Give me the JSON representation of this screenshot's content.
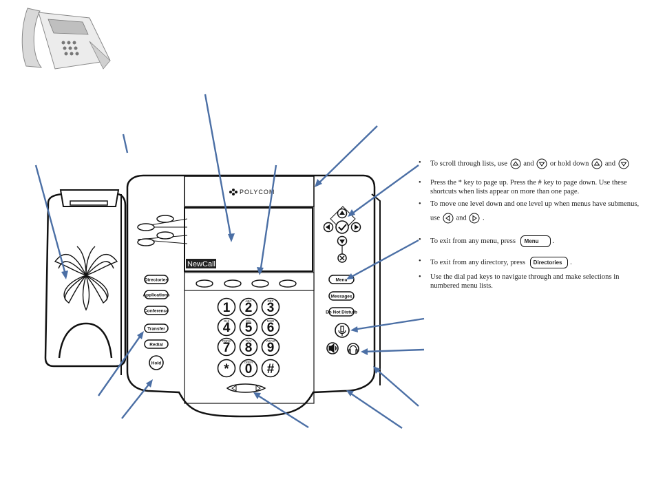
{
  "phone": {
    "brand": "POLYCOM",
    "screen_softkey_label": "NewCall",
    "left_buttons": [
      "Directories",
      "Applications",
      "Conference",
      "Transfer",
      "Redial",
      "Hold"
    ],
    "right_buttons": [
      "Menu",
      "Messages",
      "Do Not Disturb"
    ],
    "keypad": [
      {
        "num": "1",
        "sub": ""
      },
      {
        "num": "2",
        "sub": "ABC"
      },
      {
        "num": "3",
        "sub": "DEF"
      },
      {
        "num": "4",
        "sub": "GHI"
      },
      {
        "num": "5",
        "sub": "JKL"
      },
      {
        "num": "6",
        "sub": "MNO"
      },
      {
        "num": "7",
        "sub": "PQRS"
      },
      {
        "num": "8",
        "sub": "TUV"
      },
      {
        "num": "9",
        "sub": "WXYZ"
      },
      {
        "num": "*",
        "sub": ""
      },
      {
        "num": "0",
        "sub": "OPER"
      },
      {
        "num": "#",
        "sub": ""
      }
    ]
  },
  "instructions": {
    "scroll_a": "To scroll through lists, use",
    "scroll_and": "and",
    "scroll_b": "or hold down",
    "scroll_and2": "and",
    "page": "Press the * key to page up. Press the # key to page down. Use these shortcuts when lists appear on more than one page.",
    "submenu_a": "To move one level down and one level up when menus have submenus,",
    "submenu_use": "use",
    "submenu_and": "and",
    "exit_menu": "To exit from any menu, press",
    "exit_menu_btn": "Menu",
    "exit_dir": "To exit from any directory, press",
    "exit_dir_btn": "Directories",
    "dialpad": "Use the dial pad keys to navigate through and make selections in numbered menu lists."
  }
}
